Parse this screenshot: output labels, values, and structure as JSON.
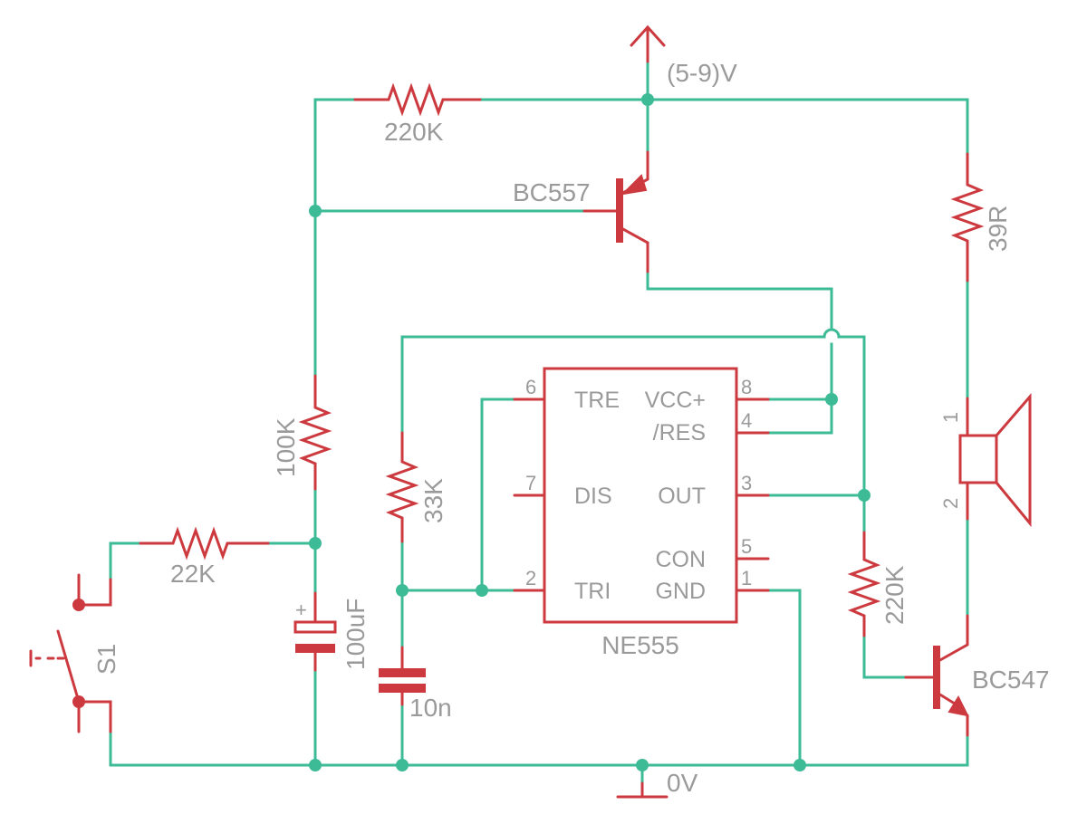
{
  "colors": {
    "wire": "#3dbb96",
    "component": "#cc3a3f",
    "label": "#9a9a9a",
    "background": "#ffffff"
  },
  "supply": {
    "positive_label": "(5-9)V",
    "ground_label": "0V"
  },
  "resistors": {
    "r_top": "220K",
    "r_base_pullup": "100K",
    "r_switch": "22K",
    "r_timing": "33K",
    "r_out_base": "220K",
    "r_speaker": "39R"
  },
  "capacitors": {
    "c_main": "100uF",
    "c_main_polarity": "+",
    "c_timing": "10n"
  },
  "transistors": {
    "pnp": "BC557",
    "npn": "BC547"
  },
  "switch": {
    "label": "S1"
  },
  "speaker": {
    "pin1": "1",
    "pin2": "2"
  },
  "ic": {
    "part": "NE555",
    "pins": {
      "p6": {
        "number": "6",
        "name": "TRE"
      },
      "p7": {
        "number": "7",
        "name": "DIS"
      },
      "p2": {
        "number": "2",
        "name": "TRI"
      },
      "p8": {
        "number": "8",
        "name": "VCC+"
      },
      "p4": {
        "number": "4",
        "name": "/RES"
      },
      "p3": {
        "number": "3",
        "name": "OUT"
      },
      "p5": {
        "number": "5",
        "name": "CON"
      },
      "p1": {
        "number": "1",
        "name": "GND"
      }
    }
  }
}
